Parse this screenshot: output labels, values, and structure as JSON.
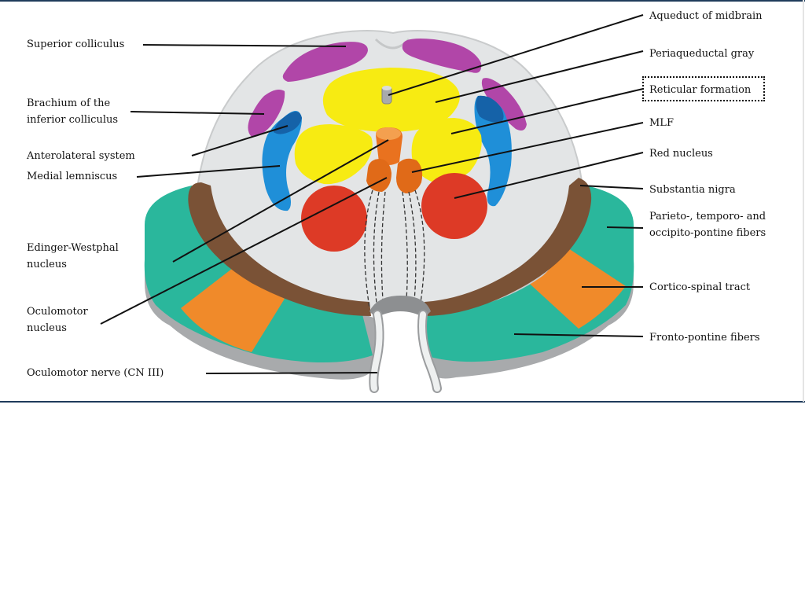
{
  "colors": {
    "figure_border": "#1f3b5b",
    "background": "#ffffff",
    "outer_surface": "#e3e5e6",
    "rim": "#a8aaac",
    "colliculus": "#b146a8",
    "gray_matter": "#f7eb12",
    "lemniscus": "#1f8fd8",
    "lemniscus_dark": "#1562a8",
    "red_nucleus": "#dd3a26",
    "oculomotor_nucleus": "#e9721f",
    "substantia_nigra": "#7a5236",
    "tract_teal": "#2ab79c",
    "corticospinal": "#f08a2a",
    "nerve": "#d8dada"
  },
  "labels": {
    "superior_colliculus": "Superior colliculus",
    "brachium": "Brachium of the\ninferior colliculus",
    "anterolateral_system": "Anterolateral system",
    "medial_lemniscus": "Medial lemniscus",
    "edinger_westphal": "Edinger-Westphal\nnucleus",
    "oculomotor_nucleus": "Oculomotor\nnucleus",
    "oculomotor_nerve": "Oculomotor nerve (CN III)",
    "aqueduct": "Aqueduct of midbrain",
    "periaqueductal_gray": "Periaqueductal gray",
    "reticular_formation": "Reticular formation",
    "mlf": "MLF",
    "red_nucleus": "Red nucleus",
    "substantia_nigra": "Substantia nigra",
    "pontine_fibers": "Parieto-, temporo- and\noccipito-pontine fibers",
    "corticospinal_tract": "Cortico-spinal tract",
    "frontopontine_fibers": "Fronto-pontine fibers"
  }
}
